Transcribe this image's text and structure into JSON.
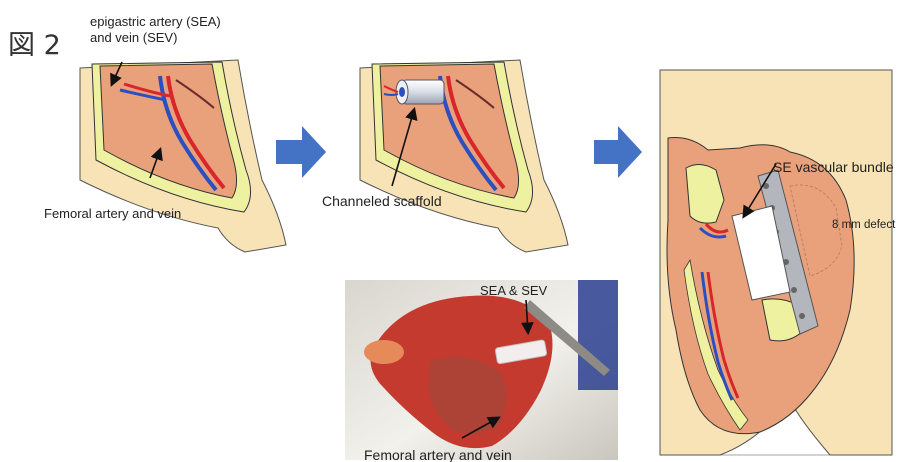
{
  "figure_label": "図 2",
  "panel1": {
    "label_top_line1": "epigastric artery (SEA)",
    "label_top_line2": "and vein (SEV)",
    "label_bottom": "Femoral artery and vein"
  },
  "panel2": {
    "label_scaffold": "Channeled scaffold"
  },
  "panel3": {
    "label_bundle": "SE vascular bundle",
    "label_defect": "8 mm defect"
  },
  "photo": {
    "label_top": "SEA & SEV",
    "label_bottom": "Femoral artery and vein"
  },
  "colors": {
    "skin": "#f7e3b5",
    "muscle": "#e9a17b",
    "fascia": "#eef1a0",
    "artery": "#d8262b",
    "vein": "#2b4fc0",
    "arrow": "#4472c4"
  }
}
